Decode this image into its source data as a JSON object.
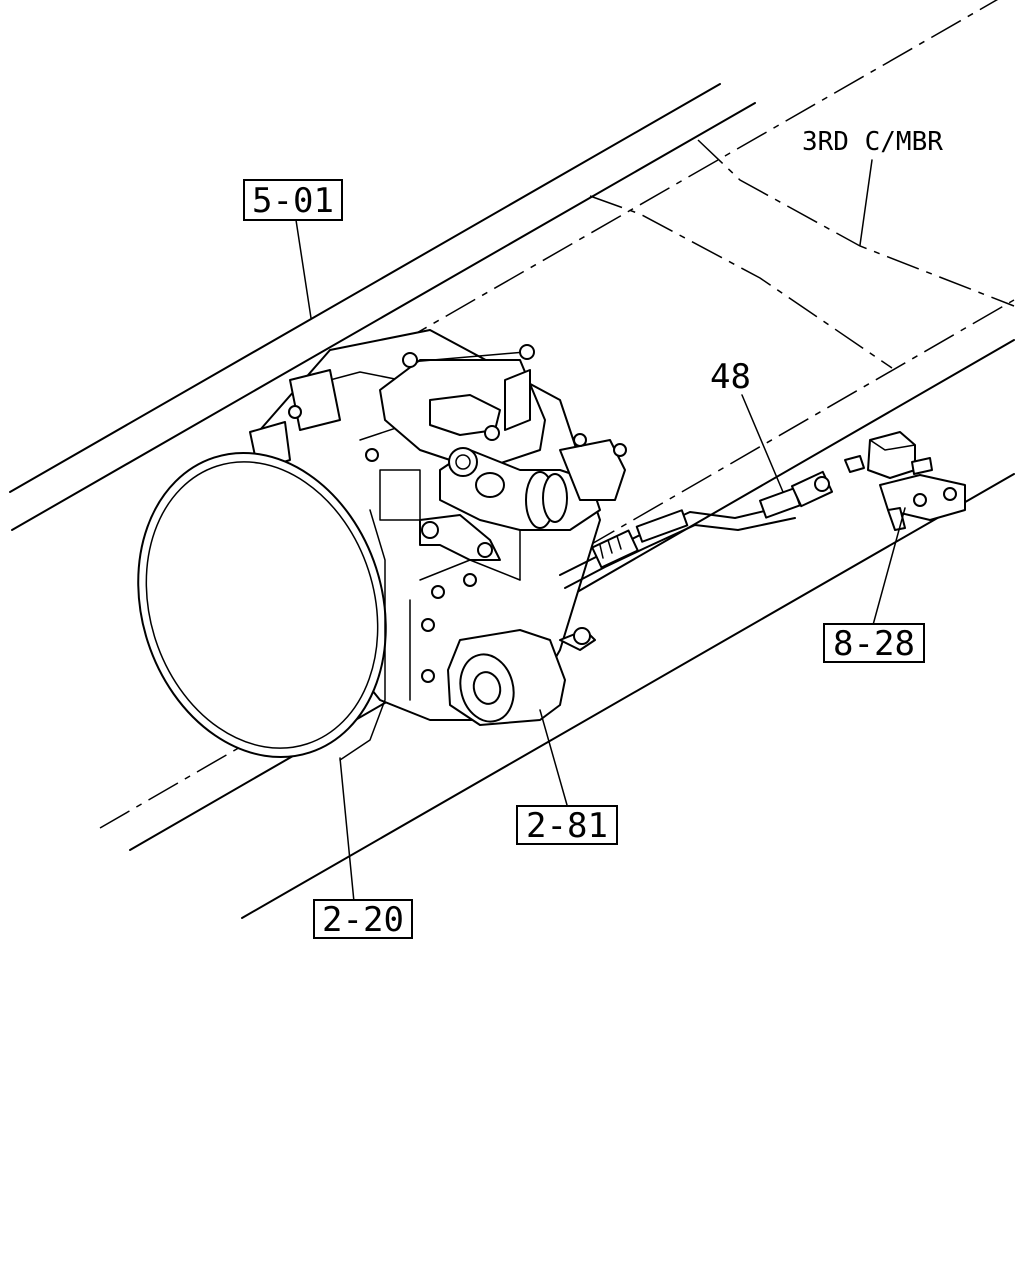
{
  "callouts": {
    "frame_member": {
      "text": "3RD C/MBR"
    },
    "ref_5_01": {
      "text": "5-01"
    },
    "ref_48": {
      "text": "48"
    },
    "ref_8_28": {
      "text": "8-28"
    },
    "ref_2_81": {
      "text": "2-81"
    },
    "ref_2_20": {
      "text": "2-20"
    }
  }
}
